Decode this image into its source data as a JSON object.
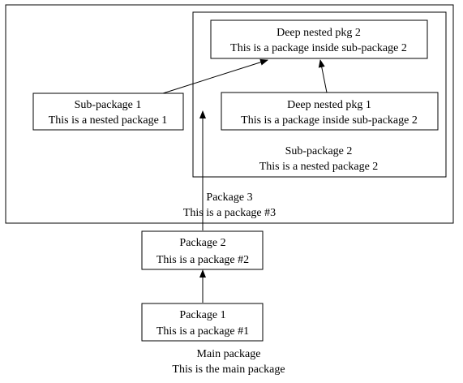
{
  "clusters": {
    "main": {
      "title": "Main package",
      "subtitle": "This is the main package"
    },
    "package3": {
      "title": "Package 3",
      "subtitle": "This is a package #3"
    },
    "subpackage2": {
      "title": "Sub-package 2",
      "subtitle": "This is a nested package 2"
    }
  },
  "nodes": {
    "package1": {
      "title": "Package 1",
      "subtitle": "This is a package #1"
    },
    "package2": {
      "title": "Package 2",
      "subtitle": "This is a package #2"
    },
    "subpackage1": {
      "title": "Sub-package 1",
      "subtitle": "This is a nested package 1"
    },
    "deep1": {
      "title": "Deep nested pkg 1",
      "subtitle": "This is a package inside sub-package 2"
    },
    "deep2": {
      "title": "Deep nested pkg 2",
      "subtitle": "This is a package inside sub-package 2"
    }
  },
  "edges": [
    {
      "from": "Package 1",
      "to": "Package 2"
    },
    {
      "from": "Package 2",
      "to": "Sub-package 2"
    },
    {
      "from": "Sub-package 1",
      "to": "Deep nested pkg 2"
    },
    {
      "from": "Deep nested pkg 1",
      "to": "Deep nested pkg 2"
    }
  ],
  "colors": {
    "stroke": "#000000",
    "text": "#000000",
    "background": "#ffffff"
  }
}
